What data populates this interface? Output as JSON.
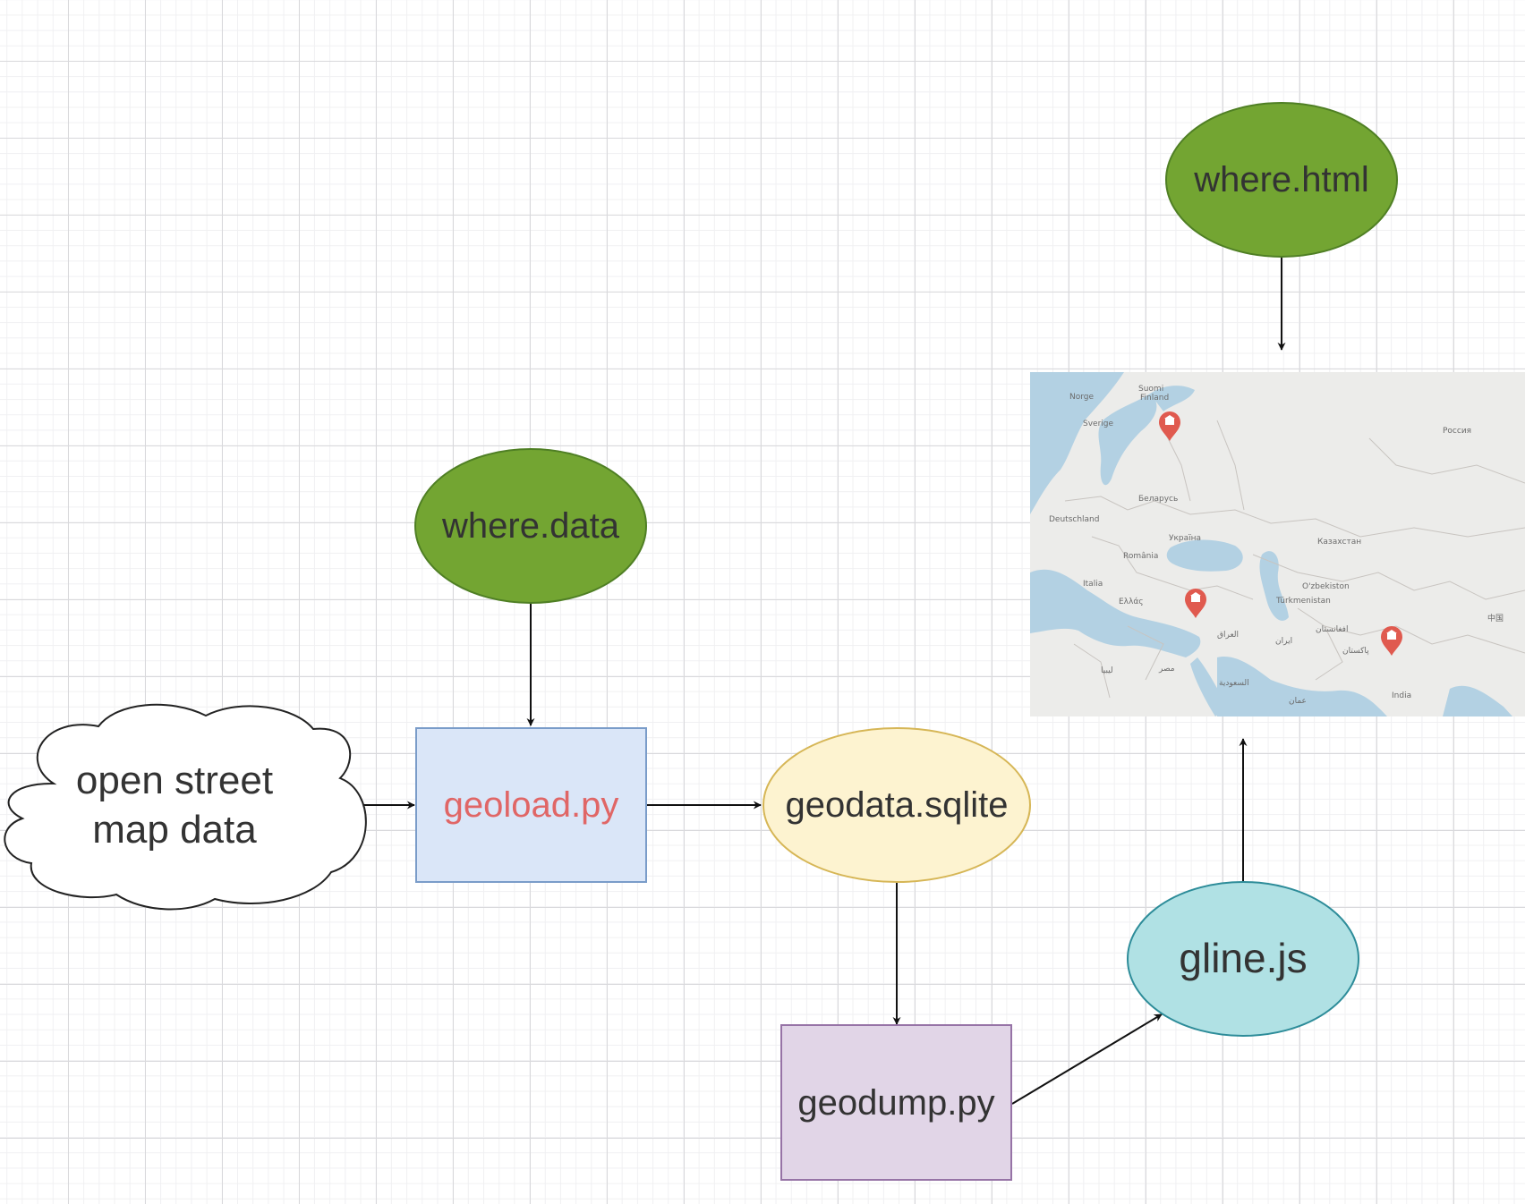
{
  "nodes": {
    "where_html": {
      "label": "where.html",
      "fill": "#73a532",
      "stroke": "#4f7f24"
    },
    "where_data": {
      "label": "where.data",
      "fill": "#73a532",
      "stroke": "#4f7f24"
    },
    "cloud": {
      "label": "open street\nmap data",
      "fill": "#ffffff",
      "stroke": "#222222"
    },
    "geoload": {
      "label": "geoload.py",
      "fill": "#dae6f8",
      "stroke": "#7a9cc9",
      "text_color": "#e06666"
    },
    "geodata": {
      "label": "geodata.sqlite",
      "fill": "#fdf3d0",
      "stroke": "#d6b656"
    },
    "geodump": {
      "label": "geodump.py",
      "fill": "#e1d5e7",
      "stroke": "#9673a6"
    },
    "gline": {
      "label": "gline.js",
      "fill": "#b0e1e4",
      "stroke": "#2d8c99"
    }
  },
  "map": {
    "colors": {
      "land": "#ececea",
      "water": "#b3d1e3",
      "border": "#c8c4c0",
      "pin": "#e05a4f"
    },
    "labels": [
      "Norge",
      "Suomi",
      "Finland",
      "Sverige",
      "Россия",
      "Беларусь",
      "Deutschland",
      "Україна",
      "România",
      "Казахстан",
      "Italia",
      "Ελλάς",
      "O'zbekiston",
      "Türkmenistan",
      "ایران",
      "العراق",
      "مصر",
      "ليبيا",
      "السعودية",
      "پاکستان",
      "افغانستان",
      "India",
      "عمان",
      "中国"
    ]
  }
}
